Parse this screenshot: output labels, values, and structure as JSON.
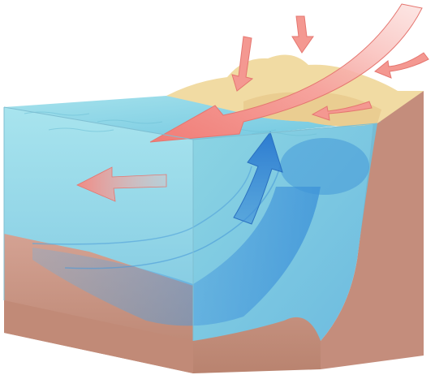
{
  "diagram": {
    "kind": "upwelling-block-diagram",
    "text": [],
    "colors": {
      "background": "#ffffff",
      "water_top": "#8fd9e6",
      "water_front": "#9ee0ea",
      "water_deep": "#4a9ee0",
      "seafloor": "#c99483",
      "seafloor_dark": "#b07868",
      "land": "#f2dca4",
      "wind_arrow": "#f28b86",
      "current_arrow_surface": "#f2938d",
      "upwelling_arrow": "#3f8fd8"
    },
    "icons": [
      "wind-arrow",
      "surface-current-arrow",
      "upwelling-arrow"
    ]
  }
}
